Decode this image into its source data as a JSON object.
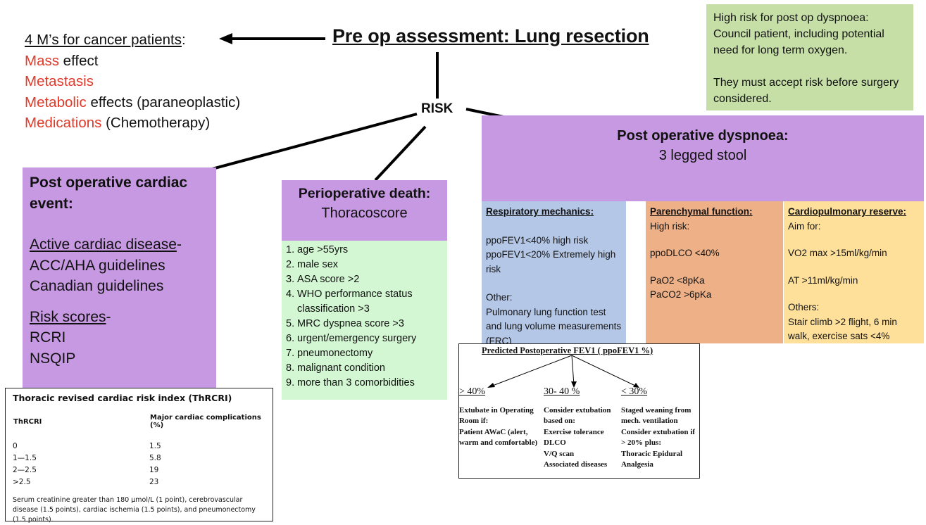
{
  "title": "Pre op assessment: Lung resection",
  "risk": "RISK",
  "four_ms": {
    "heading": "4 M’s for cancer patients",
    "heading_colon": ":",
    "items": [
      {
        "red": "Mass",
        "rest": " effect"
      },
      {
        "red": "Metastasis",
        "rest": ""
      },
      {
        "red": "Metabolic",
        "rest": " effects (paraneoplastic)"
      },
      {
        "red": "Medications",
        "rest": " (Chemotherapy)"
      }
    ]
  },
  "high_risk_note": {
    "line1": "High risk for post op dyspnoea: Council patient, including potential need for long term oxygen.",
    "line2": "They must accept risk before surgery considered."
  },
  "cardiac": {
    "heading": "Post operative cardiac event:",
    "active_label": "Active cardiac disease",
    "active_dash": "-",
    "active_items": [
      "ACC/AHA guidelines",
      "Canadian guidelines"
    ],
    "scores_label": "Risk scores",
    "scores_dash": "-",
    "scores_items": [
      "RCRI",
      "NSQIP"
    ]
  },
  "thrcri": {
    "title": "Thoracic revised cardiac risk index (ThRCRI)",
    "col1": "ThRCRI",
    "col2": "Major cardiac complications (%)",
    "rows": [
      {
        "score": "0",
        "pct": "1.5"
      },
      {
        "score": "1—1.5",
        "pct": "5.8"
      },
      {
        "score": "2—2.5",
        "pct": "19"
      },
      {
        "score": ">2.5",
        "pct": "23"
      }
    ],
    "note": "Serum creatinine greater than 180 µmol/L (1 point), cerebrovascular disease (1.5 points), cardiac ischemia (1.5 points), and pneumonectomy (1.5 points)."
  },
  "periop": {
    "heading": "Perioperative death:",
    "sub": "Thoracoscore",
    "items": [
      "age >55yrs",
      "male sex",
      "ASA score >2",
      "WHO performance status classification >3",
      "MRC dyspnea score >3",
      "urgent/emergency surgery",
      "pneumonectomy",
      "malignant condition",
      "more than 3 comorbidities"
    ]
  },
  "dyspnoea": {
    "heading": "Post operative dyspnoea:",
    "sub": "3 legged stool"
  },
  "respiratory": {
    "heading": "Respiratory mechanics:",
    "lines": [
      "ppoFEV1<40% high risk",
      "ppoFEV1<20% Extremely high risk"
    ],
    "other_label": "Other:",
    "other_text": "Pulmonary lung function test and lung volume measurements (FRC)"
  },
  "parenchymal": {
    "heading": "Parenchymal function:",
    "label": "High risk:",
    "line1": "ppoDLCO <40%",
    "line2": "PaO2 <8pKa",
    "line3": "PaCO2 >6pKa"
  },
  "cardiopulmonary": {
    "heading": "Cardiopulmonary reserve:",
    "label": "Aim for:",
    "line1": "VO2 max >15ml/kg/min",
    "line2": "AT >11ml/kg/min",
    "others_label": "Others:",
    "others_text": "Stair climb >2 flight, 6 min walk, exercise sats <4%"
  },
  "fev1": {
    "title": "Predicted Postoperative FEV1 ( ppoFEV1 %)",
    "cols": [
      {
        "level": "> 40%",
        "lines": [
          "Extubate in Operating Room if:",
          "Patient AWaC (alert, warm and comfortable)"
        ]
      },
      {
        "level": "30- 40 %",
        "lines": [
          "Consider extubation based on:",
          "Exercise tolerance",
          "DLCO",
          "V/Q scan",
          "Associated diseases"
        ]
      },
      {
        "level": "< 30%",
        "lines": [
          "Staged weaning from mech. ventilation",
          "Consider extubation if > 20% plus:",
          "Thoracic Epidural Analgesia"
        ]
      }
    ]
  },
  "colors": {
    "purple": "#c799e3",
    "green_note": "#c6dfa7",
    "mint": "#d2f7d2",
    "blue": "#b5c7e6",
    "orange": "#eeb187",
    "yellow": "#ffe09a",
    "red_text": "#e03b2a"
  }
}
